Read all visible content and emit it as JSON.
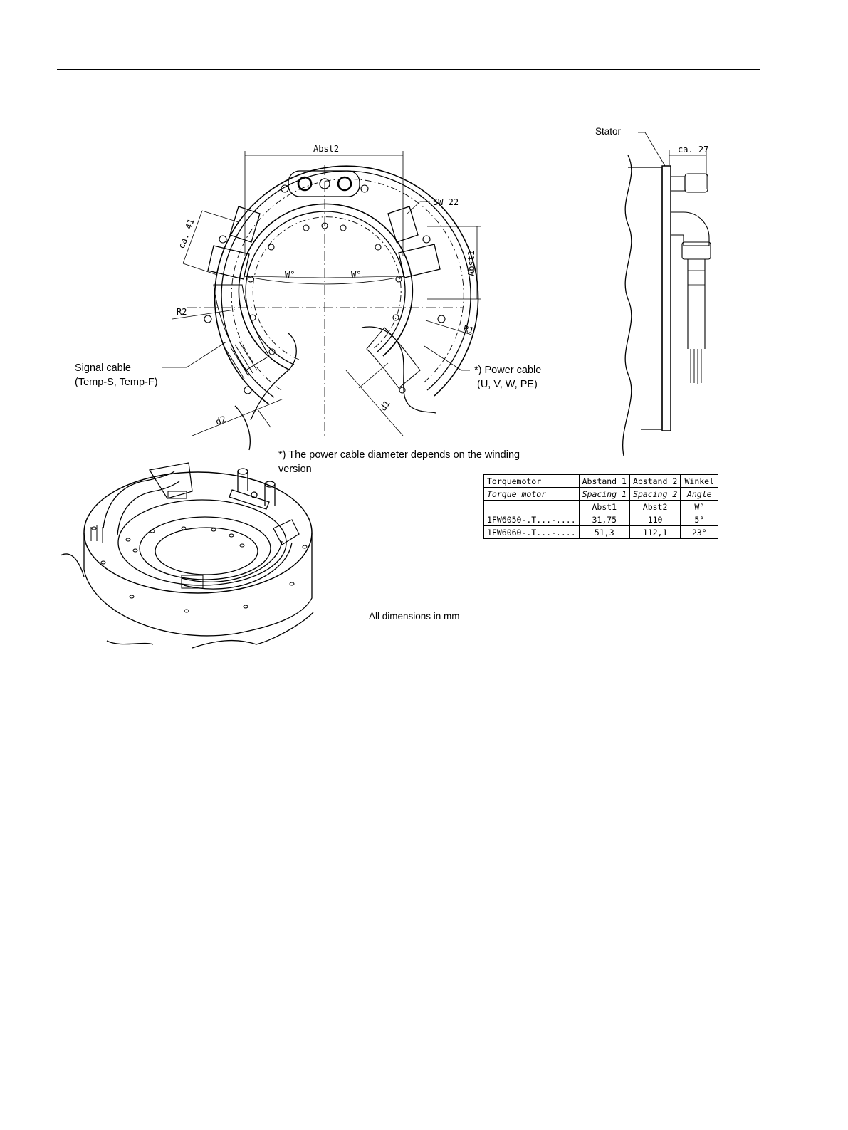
{
  "labels": {
    "abst2": "Abst2",
    "abst1": "Abst1",
    "co41": "ca. 41",
    "sw22": "SW 22",
    "w_left": "W°",
    "w_right": "W°",
    "r2": "R2",
    "r1": "R1",
    "d2": "d2",
    "d1": "d1",
    "stator": "Stator",
    "ca27": "ca. 27"
  },
  "callouts": {
    "signal_cable_line1": "Signal cable",
    "signal_cable_line2": "(Temp-S, Temp-F)",
    "power_cable_line1": "*) Power cable",
    "power_cable_line2": "(U, V, W, PE)",
    "footnote_line1": "*) The power cable diameter depends on the winding",
    "footnote_line2": "version",
    "units_note": "All dimensions in mm"
  },
  "table": {
    "header_de": [
      "Torquemotor",
      "Abstand 1",
      "Abstand 2",
      "Winkel"
    ],
    "header_en": [
      "Torque motor",
      "Spacing 1",
      "Spacing 2",
      "Angle"
    ],
    "header_sym": [
      "",
      "Abst1",
      "Abst2",
      "W°"
    ],
    "rows": [
      [
        "1FW6050-.T...-....",
        "31,75",
        "110",
        "5°"
      ],
      [
        "1FW6060-.T...-....",
        "51,3",
        "112,1",
        "23°"
      ]
    ]
  }
}
